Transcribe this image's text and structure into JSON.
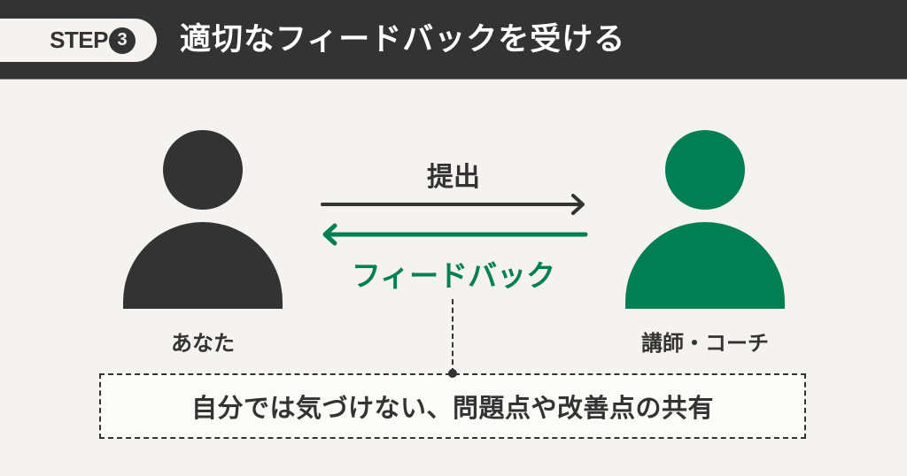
{
  "header": {
    "step_label": "STEP",
    "step_number": "3",
    "title": "適切なフィードバックを受ける"
  },
  "colors": {
    "dark": "#333333",
    "accent_green": "#007f55",
    "background": "#f4f3ef",
    "note_background": "#fbfbfa"
  },
  "diagram": {
    "left_person": {
      "label": "あなた",
      "color": "#333333"
    },
    "right_person": {
      "label": "講師・コーチ",
      "color": "#007f55"
    },
    "submit_arrow": {
      "label": "提出",
      "direction": "right",
      "color": "#333333"
    },
    "feedback_arrow": {
      "label": "フィードバック",
      "direction": "left",
      "color": "#007f55"
    },
    "note": {
      "text": "自分では気づけない、問題点や改善点の共有"
    }
  }
}
